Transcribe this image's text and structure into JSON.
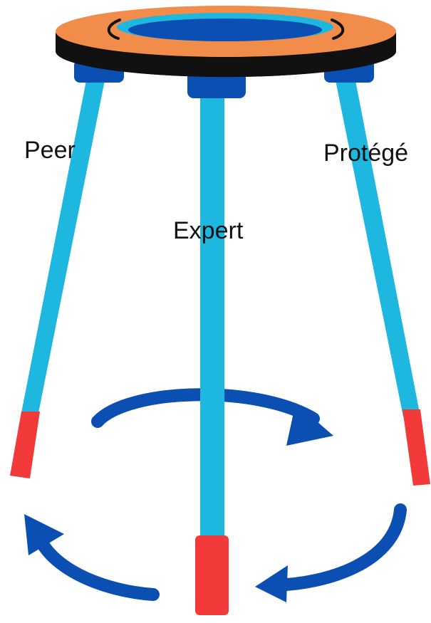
{
  "diagram": {
    "labels": {
      "left_leg": "Peer",
      "center_leg": "Expert",
      "right_leg": "Protégé"
    },
    "icons": {
      "seat": "stool-seat",
      "rotation": "circular-arrows"
    },
    "colors": {
      "seat_top": "#F28C4A",
      "seat_rim": "#111111",
      "seat_inner_ring": "#1DB7DF",
      "seat_center": "#0B4FB3",
      "leg": "#1DB7DF",
      "leg_cap_top": "#0B4FB3",
      "leg_foot": "#F23A3A",
      "arrow": "#0B4FB3",
      "text": "#111111"
    }
  }
}
